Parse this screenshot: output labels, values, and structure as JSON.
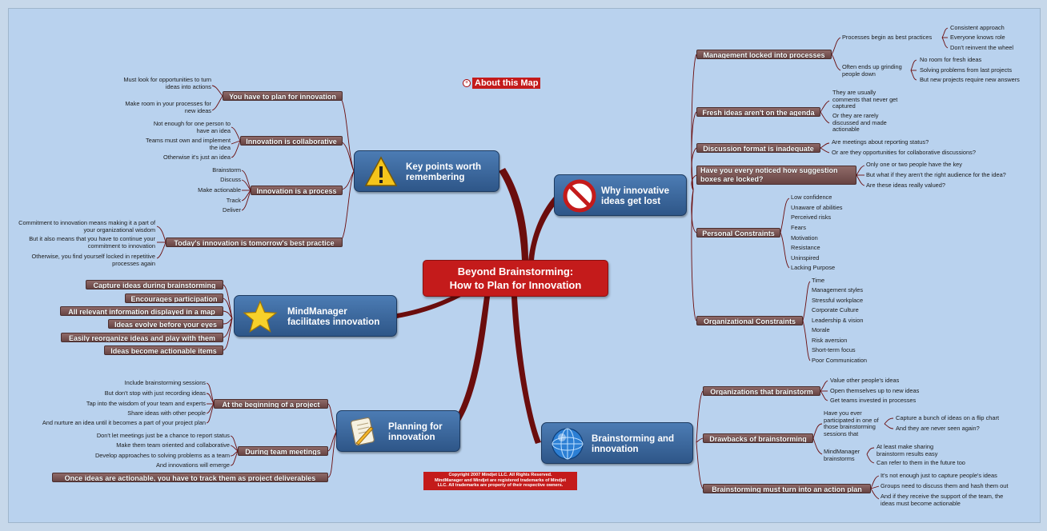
{
  "central": {
    "title": "Beyond Brainstorming:\nHow to Plan for Innovation"
  },
  "about": {
    "label": "About this Map",
    "icon": "circle-plus-icon"
  },
  "copyright": {
    "text": "Copyright 2007 Mindjet LLC.  All Rights Reserved.\nMindManager and Mindjet are registered trademarks of Mindjet\nLLC. All trademarks are property of their respective owners."
  },
  "colors": {
    "background": "#b9d2ee",
    "central": "#c41b1b",
    "main_topic": "#3a6699",
    "subtopic": "#7a5553",
    "branch_line": "#6b0d0d"
  },
  "topics": {
    "key_points": {
      "title": "Key points worth\nremembering",
      "icon": "warning-icon",
      "children": [
        {
          "label": "You have to plan for innovation",
          "notes": [
            "Must look for\nopportunities to turn\nideas into actions",
            "Make room in your\nprocesses for new ideas"
          ]
        },
        {
          "label": "Innovation is collaborative",
          "notes": [
            "Not enough for one\nperson to have an idea",
            "Teams must own and\nimplement the idea",
            "Otherwise it's just an idea"
          ]
        },
        {
          "label": "Innovation is a process",
          "notes": [
            "Brainstorm",
            "Discuss",
            "Make actionable",
            "Track",
            "Deliver"
          ]
        },
        {
          "label": "Today's innovation is tomorrow's best practice",
          "notes": [
            "Commitment to innovation means making it a\npart of your organizational wisdom",
            "But it also means that you have to continue your\ncommitment to innovation",
            "Otherwise, you find yourself locked in\nrepetitive processes again"
          ]
        }
      ]
    },
    "mindmanager": {
      "title": "MindManager\nfacilitates innovation",
      "icon": "star-icon",
      "children": [
        "Capture ideas during brainstorming",
        "Encourages participation",
        "All relevant information displayed in a map",
        "Ideas evolve before your eyes",
        "Easily reorganize ideas and play with them",
        "Ideas become actionable items"
      ]
    },
    "planning": {
      "title": "Planning for\ninnovation",
      "icon": "scroll-icon",
      "children": [
        {
          "label": "At the beginning of a project",
          "notes": [
            "Include brainstorming sessions",
            "But don't stop with just recording ideas",
            "Tap into the wisdom of your team and experts",
            "Share ideas with other people",
            "And nurture an idea until it becomes a part of your project plan"
          ]
        },
        {
          "label": "During team meetings",
          "notes": [
            "Don't let meetings just be a chance to report status",
            "Make them team oriented and collaborative",
            "Develop approaches to solving problems as a team",
            "And innovations will emerge"
          ]
        },
        {
          "label": "Once ideas are actionable, you have to track them as project deliverables",
          "notes": []
        }
      ]
    },
    "why_lost": {
      "title": "Why innovative\nideas get lost",
      "icon": "no-entry-icon",
      "children": [
        {
          "label": "Management locked into processes",
          "subs": [
            {
              "label": "Processes begin as best practices",
              "notes": [
                "Consistent approach",
                "Everyone knows role",
                "Don't reinvent the wheel"
              ]
            },
            {
              "label": "Often ends up grinding\npeople down",
              "notes": [
                "No room for fresh ideas",
                "Solving problems from last projects",
                "But new projects require new answers"
              ]
            }
          ]
        },
        {
          "label": "Fresh ideas aren't on the agenda",
          "notes": [
            "They are usually\ncomments that never get\ncaptured",
            "Or they are rarely\ndiscussed and made\nactionable"
          ]
        },
        {
          "label": "Discussion format is inadequate",
          "notes": [
            "Are meetings about reporting status?",
            "Or are they opportunities for collaborative discussions?"
          ]
        },
        {
          "label": "Have you every noticed how suggestion\nboxes are locked?",
          "notes": [
            "Only one or two people have the key",
            "But what if they aren't the right audience for the idea?",
            "Are these ideas really valued?"
          ]
        },
        {
          "label": "Personal Constraints",
          "notes": [
            "Low confidence",
            "Unaware of abilities",
            "Perceived risks",
            "Fears",
            "Motivation",
            "Resistance",
            "Uninspired",
            "Lacking Purpose"
          ]
        },
        {
          "label": "Organizational Constraints",
          "notes": [
            "Time",
            "Management styles",
            "Stressful workplace",
            "Corporate Culture",
            "Leadership & vision",
            "Morale",
            "Risk aversion",
            "Short-term focus",
            "Poor Communication"
          ]
        }
      ]
    },
    "brainstorming": {
      "title": "Brainstorming and\ninnovation",
      "icon": "globe-icon",
      "children": [
        {
          "label": "Organizations that brainstorm",
          "notes": [
            "Value other people's ideas",
            "Open themselves up to new ideas",
            "Get teams invested in processes"
          ]
        },
        {
          "label": "Drawbacks of brainstorming",
          "subs": [
            {
              "label": "Have you ever\nparticipated in one of\nthose brainstorming\nsessions that",
              "notes": [
                "Capture a bunch of ideas on a flip chart",
                "And they are never seen again?"
              ]
            },
            {
              "label": "MindManager\nbrainstorms",
              "notes": [
                "At least make sharing\nbrainstorm results easy",
                "Can refer to them in the future too"
              ]
            }
          ]
        },
        {
          "label": "Brainstorming must turn into an action plan",
          "notes": [
            "It's not enough just to capture people's ideas",
            "Groups need to discuss them and hash them out",
            "And if they receive the support of the team, the\nideas must become actionable"
          ]
        }
      ]
    }
  }
}
